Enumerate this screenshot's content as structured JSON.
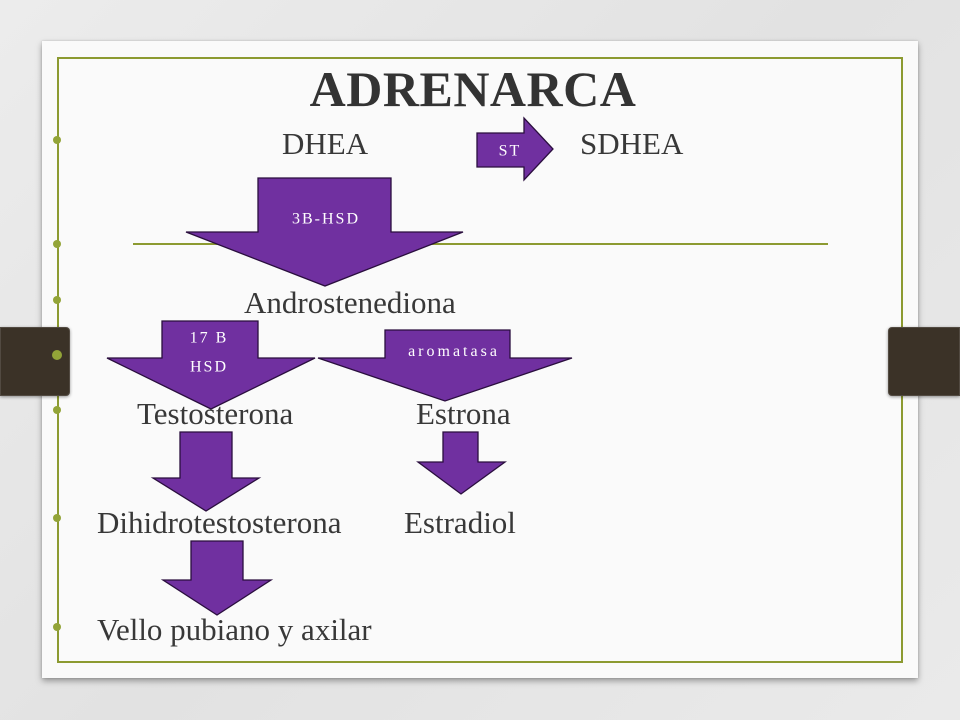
{
  "colors": {
    "arrow_fill": "#7030A0",
    "arrow_outline": "#2A0E3E",
    "arrow_label": "#FFFFFF",
    "frame": "#8C9A31",
    "bullet": "#93A438",
    "tab": "#3B3227",
    "text": "#383838",
    "title": "#333333",
    "page": "#FAFAFA",
    "background": "#E4E4E4"
  },
  "slide": {
    "title": "ADRENARCA",
    "items": {
      "dhea": "DHEA",
      "sdhea": "SDHEA",
      "androstenediona": "Androstenediona",
      "testosterona": "Testosterona",
      "estrona": "Estrona",
      "dihidrotestosterona": "Dihidrotestosterona",
      "estradiol": "Estradiol",
      "vello": "Vello pubiano y axilar"
    },
    "arrow_labels": {
      "st": "ST",
      "hsd_3b": "3B-HSD",
      "hsd_17b": [
        "17 B",
        "HSD"
      ],
      "aromatasa": "aromatasa"
    }
  }
}
